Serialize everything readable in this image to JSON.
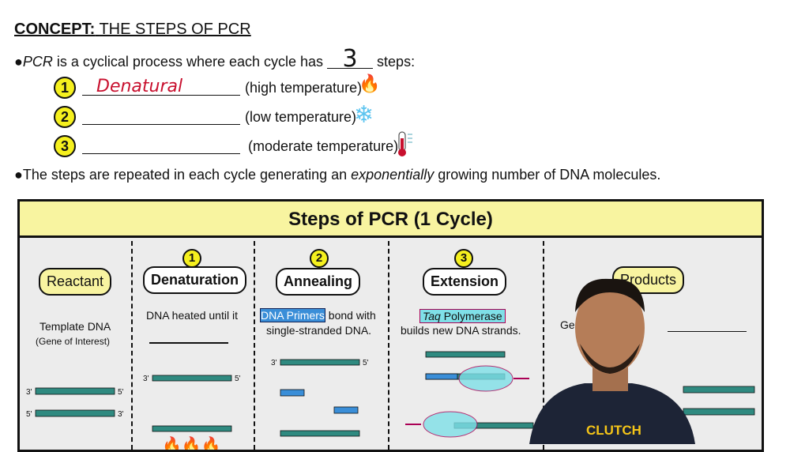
{
  "header": {
    "concept_label": "CONCEPT:",
    "title": "THE STEPS OF PCR"
  },
  "intro": {
    "bullet": "●",
    "pre_italic": "PCR",
    "text": " is a cyclical process where each cycle has ",
    "answer": "3",
    "post": " steps:"
  },
  "steps": [
    {
      "num": "1",
      "answer": "Denatural",
      "hint": "(high temperature)",
      "icon": "fire-icon"
    },
    {
      "num": "2",
      "answer": "",
      "hint": "(low temperature)",
      "icon": "snowflake-icon"
    },
    {
      "num": "3",
      "answer": "",
      "hint": "(moderate temperature)",
      "icon": "thermometer-icon"
    }
  ],
  "repeat": {
    "text1": "●The steps are repeated in each cycle generating an ",
    "italic": "exponentially",
    "text2": " growing number of DNA molecules."
  },
  "diagram": {
    "title": "Steps of PCR (1 Cycle)",
    "reactant": {
      "label": "Reactant",
      "line1": "Template DNA",
      "line2": "(Gene of Interest)"
    },
    "denaturation": {
      "num": "1",
      "label": "Denaturation",
      "text": "DNA heated until it"
    },
    "annealing": {
      "num": "2",
      "label": "Annealing",
      "highlight": "DNA Primers",
      "text1": " bond with",
      "text2": "single-stranded DNA."
    },
    "extension": {
      "num": "3",
      "label": "Extension",
      "italic": "Taq",
      "highlight": " Polymerase",
      "text2": "builds new DNA strands."
    },
    "products": {
      "label": "Products",
      "text": "Ge"
    },
    "prime3": "3'",
    "prime5": "5'"
  },
  "watermark": "CLUTCH",
  "colors": {
    "yellow": "#f5f01e",
    "teal": "#2f8a80",
    "primer": "#3a8ed8",
    "handwriting": "#c8102e"
  }
}
